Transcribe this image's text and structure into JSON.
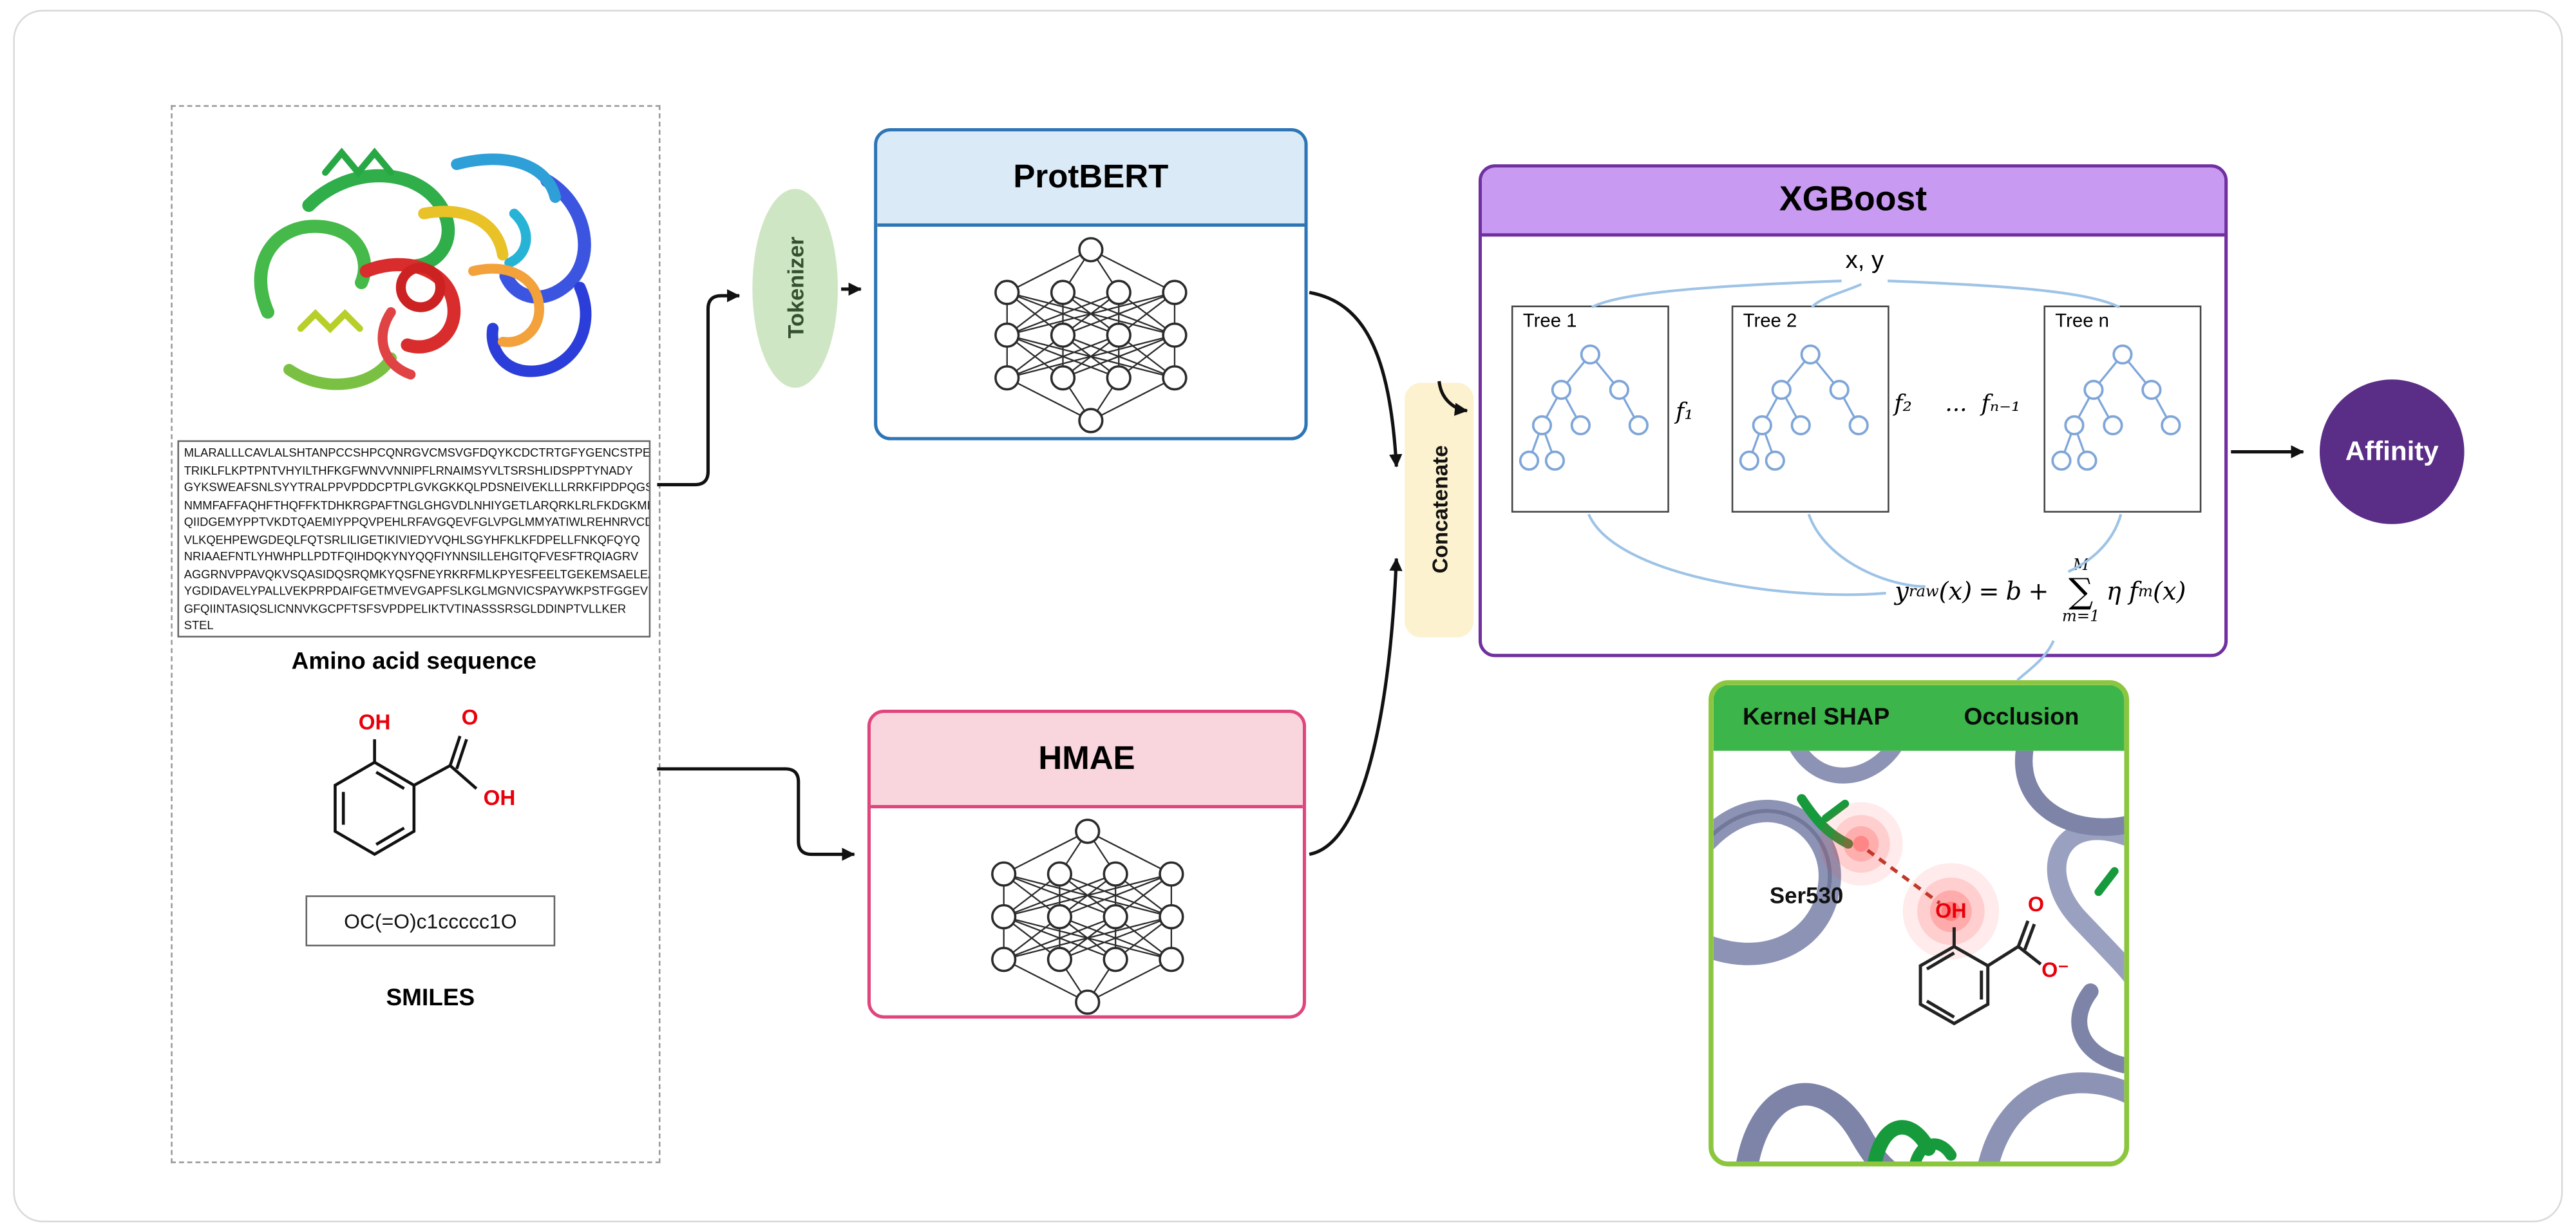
{
  "diagram": {
    "input": {
      "sequence_label": "Amino acid sequence",
      "sequence_lines": [
        "MLARALLLCAVLALSHTANPCCSHPCQNRGVCMSVGFDQYKCDCTRTGFYGENCSTPEFL",
        "TRIKLFLKPTPNTVHYILTHFKGFWNVVNNIPFLRNAIMSYVLTSRSHLIDSPPTYNADY",
        "GYKSWEAFSNLSYYTRALPPVPDDCPTPLGVKGKKQLPDSNEIVEKLLLRRKFIPDPQGS",
        "NMMFAFFAQHFTHQFFKTDHKRGPAFTNGLGHGVDLNHIYGETLARQRKLRLFKDGKMKY",
        "QIIDGEMYPPTVKDTQAEMIYPPQVPEHLRFAVGQEVFGLVPGLMMYATIWLREHNRVCD",
        "VLKQEHPEWGDEQLFQTSRLILIGETIKIVIEDYVQHLSGYHFKLKFDPELLFNKQFQYQ",
        "NRIAAEFNTLYHWHPLLPDTFQIHDQKYNYQQFIYNNSILLEHGITQFVESFTRQIAGRV",
        "AGGRNVPPAVQKVSQASIDQSRQMKYQSFNEYRKRFMLKPYESFEELTGEKEMSAELEAL",
        "YGDIDAVELYPALLVEKPRPDAIFGETMVEVGAPFSLKGLMGNVICSPAYWKPSTFGGEV",
        "GFQIINTASIQSLICNNVKGCPFTSFSVPDPELIKTVTINASSSRSGLDDINPTVLLKER",
        "STEL"
      ],
      "smiles_label": "SMILES",
      "smiles_value": "OC(=O)c1ccccc1O",
      "molecule_labels": {
        "hydroxyl_top": "OH",
        "carbonyl_o": "O",
        "acid_oh": "OH"
      }
    },
    "tokenizer": {
      "label": "Tokenizer"
    },
    "protbert": {
      "title": "ProtBERT"
    },
    "hmae": {
      "title": "HMAE"
    },
    "concatenate": {
      "label": "Concatenate"
    },
    "xgboost": {
      "title": "XGBoost",
      "input_label": "x, y",
      "trees": [
        {
          "label": "Tree 1"
        },
        {
          "label": "Tree 2"
        },
        {
          "label": "Tree n"
        }
      ],
      "f_labels": {
        "f1": "f₁",
        "f2": "f₂",
        "dots": "...",
        "fn1": "fₙ₋₁"
      },
      "formula": {
        "y": "y",
        "y_sub": "raw",
        "arg1": "(x)",
        "eq": "=",
        "b": "b",
        "plus": "+",
        "sum_upper": "M",
        "sum": "∑",
        "sum_lower": "m=1",
        "eta_f": "η f",
        "f_sub": "m",
        "arg2": "(x)"
      }
    },
    "affinity": {
      "label": "Affinity"
    },
    "explain": {
      "header_left": "Kernel SHAP",
      "header_right": "Occlusion",
      "residue": "Ser530",
      "ligand_labels": {
        "oh": "OH",
        "carbonyl_o": "O",
        "carboxylate_o": "O⁻"
      }
    },
    "nn_layers": [
      1,
      4,
      4,
      4,
      1
    ],
    "colors": {
      "tokenizer_fill": "#cfe6c4",
      "protbert_border": "#2e75b6",
      "protbert_header": "#dbeaf7",
      "hmae_border": "#e0467e",
      "hmae_header": "#f9d5dd",
      "concatenate_fill": "#fdf2cf",
      "xgboost_border": "#7030a0",
      "xgboost_header": "#c89af1",
      "tree_accent": "#7ea6d8",
      "affinity_fill": "#5a2d87",
      "explain_border": "#8cc63f",
      "explain_header": "#3cb54a",
      "highlight_red": "#e8000b"
    }
  }
}
